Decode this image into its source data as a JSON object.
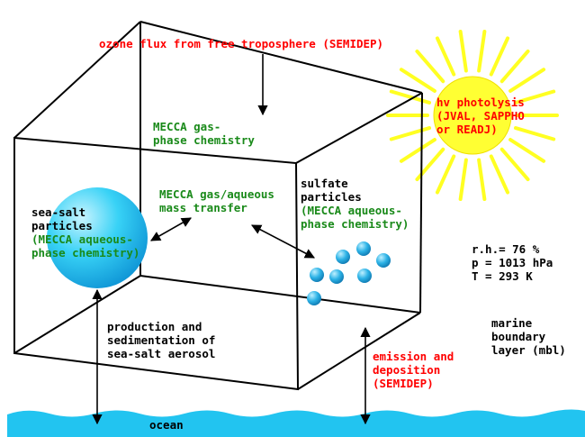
{
  "labels": {
    "ozone_flux": "ozone flux from free troposphere (SEMIDEP)",
    "photolysis": "hv photolysis\n(JVAL, SAPPHO\nor READJ)",
    "mecca_gas": "MECCA gas-\nphase chemistry",
    "mecca_transfer": "MECCA gas/aqueous\nmass transfer",
    "sulfate_title": "sulfate\nparticles",
    "sulfate_chem": "(MECCA aqueous-\nphase chemistry)",
    "seasalt_title": "sea-salt\nparticles",
    "seasalt_chem": "(MECCA aqueous-\nphase chemistry)",
    "conditions": "r.h.= 76 %\np = 1013 hPa\nT = 293 K",
    "mbl": "marine\nboundary\nlayer (mbl)",
    "production": "production and\nsedimentation of\nsea-salt aerosol",
    "emission": "emission and\ndeposition\n(SEMIDEP)",
    "ocean": "ocean"
  },
  "colors": {
    "red_text": "#ff0000",
    "green_text": "#1a8a1a",
    "sun": "#ffff33",
    "ocean": "#22c4f0",
    "seasalt": "#1fb8ee",
    "sulfate": "#1f9fd6"
  }
}
